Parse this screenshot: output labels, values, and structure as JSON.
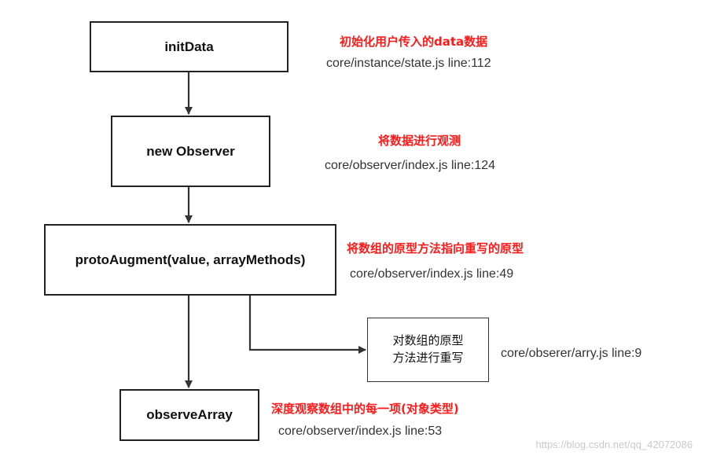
{
  "nodes": {
    "init_data": {
      "label": "initData"
    },
    "new_observer": {
      "label": "new Observer"
    },
    "proto_augment": {
      "label": "protoAugment(value, arrayMethods)"
    },
    "rewrite_proto": {
      "line1": "对数组的原型",
      "line2": "方法进行重写"
    },
    "observe_array": {
      "label": "observeArray"
    }
  },
  "notes": {
    "init_data": {
      "title": "初始化用户传入的data数据",
      "path": "core/instance/state.js   line:112"
    },
    "new_observer": {
      "title": "将数据进行观测",
      "path": "core/observer/index.js   line:124"
    },
    "proto_augment": {
      "title": "将数组的原型方法指向重写的原型",
      "path": "core/observer/index.js   line:49"
    },
    "rewrite_proto": {
      "path": "core/obserer/arry.js line:9"
    },
    "observe_array": {
      "title": "深度观察数组中的每一项(对象类型)",
      "path": "core/observer/index.js   line:53"
    }
  },
  "watermark": "https://blog.csdn.net/qq_42072086",
  "colors": {
    "annotation": "#ff1a1a",
    "border": "#222222",
    "connector": "#333333"
  }
}
